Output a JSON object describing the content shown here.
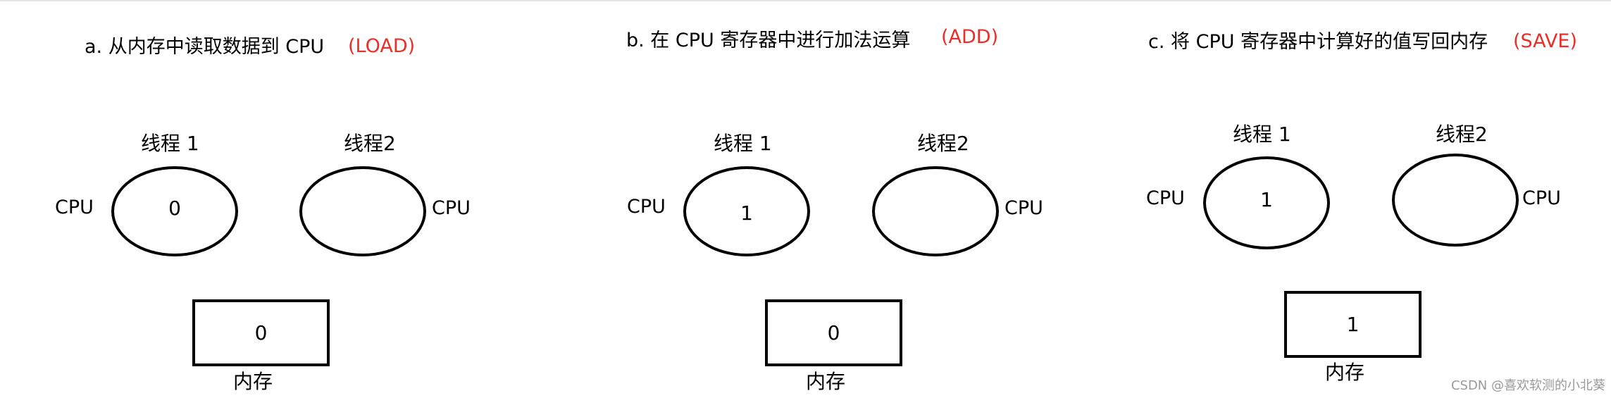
{
  "colors": {
    "tag_color": "#e8302a",
    "stroke": "#000000",
    "watermark": "#9a9a9a"
  },
  "panels": [
    {
      "title": "a. 从内存中读取数据到 CPU",
      "tag": "(LOAD)",
      "thread1_label": "线程 1",
      "thread2_label": "线程2",
      "cpu_left": "CPU",
      "cpu_right": "CPU",
      "thread1_value": "0",
      "thread2_value": "",
      "memory_value": "0",
      "memory_label": "内存"
    },
    {
      "title": "b. 在 CPU 寄存器中进行加法运算",
      "tag": "(ADD)",
      "thread1_label": "线程 1",
      "thread2_label": "线程2",
      "cpu_left": "CPU",
      "cpu_right": "CPU",
      "thread1_value": "1",
      "thread2_value": "",
      "memory_value": "0",
      "memory_label": "内存"
    },
    {
      "title": "c. 将 CPU 寄存器中计算好的值写回内存",
      "tag": "(SAVE)",
      "thread1_label": "线程 1",
      "thread2_label": "线程2",
      "cpu_left": "CPU",
      "cpu_right": "CPU",
      "thread1_value": "1",
      "thread2_value": "",
      "memory_value": "1",
      "memory_label": "内存"
    }
  ],
  "watermark": "CSDN @喜欢软测的小北葵"
}
